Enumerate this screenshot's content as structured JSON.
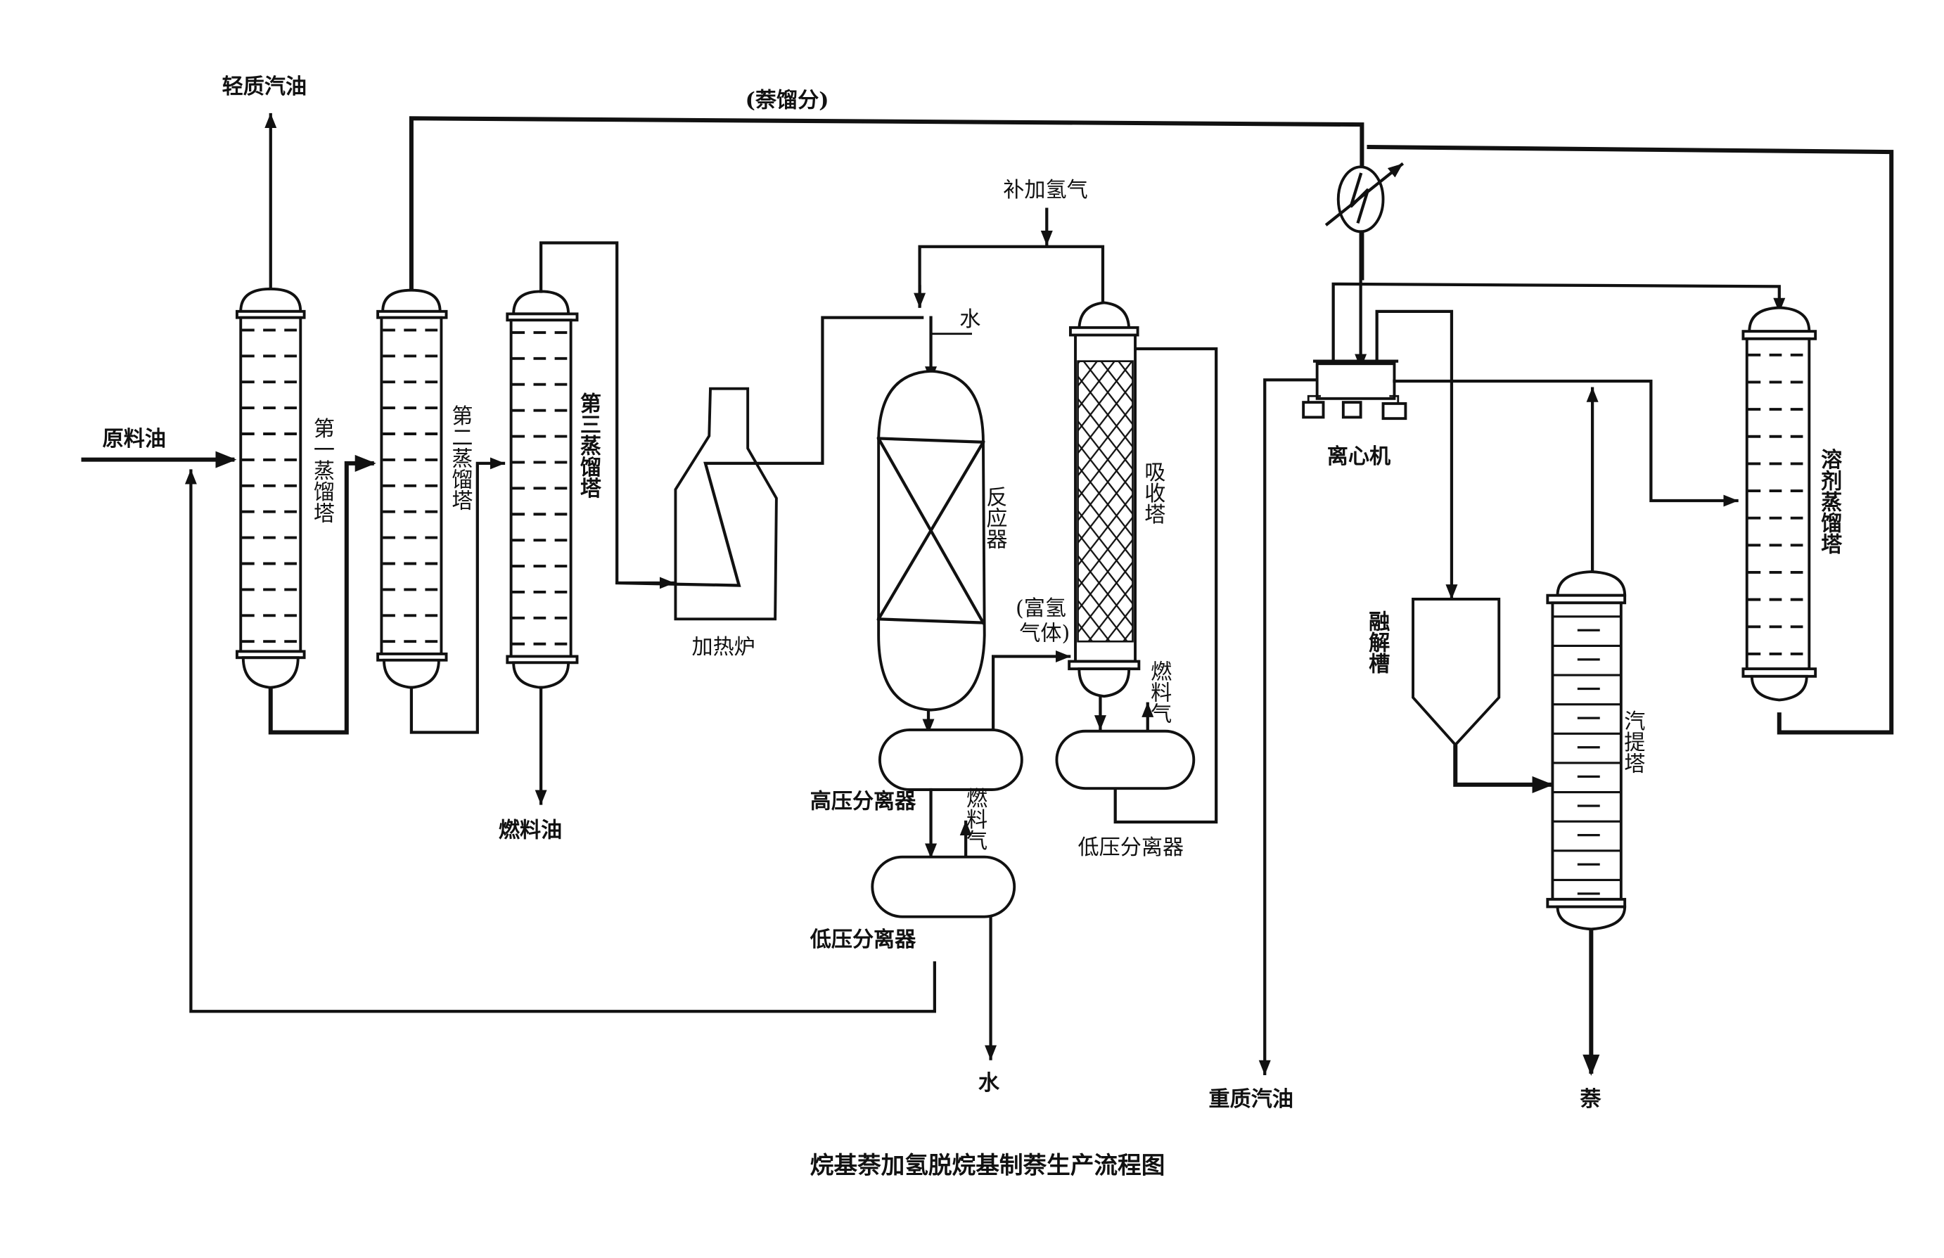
{
  "title": "烷基萘加氢脱烷基制萘生产流程图",
  "streams": {
    "feed_oil": "原料油",
    "light_gasoline": "轻质汽油",
    "naphthalene_fraction": "(萘馏分)",
    "makeup_hydrogen": "补加氢气",
    "water_in": "水",
    "fuel_oil": "燃料油",
    "hydrogen_rich_gas_line1": "(富氢",
    "hydrogen_rich_gas_line2": "气体)",
    "fuel_gas_1": "燃料气",
    "fuel_gas_2": "燃料气",
    "water_out": "水",
    "heavy_gasoline": "重质汽油",
    "naphthalene_product": "萘"
  },
  "equipment": {
    "column1": "第一蒸馏塔",
    "column2": "第二蒸馏塔",
    "column3": "第三蒸馏塔",
    "furnace": "加热炉",
    "reactor": "反应器",
    "absorber": "吸收塔",
    "hp_separator": "高压分离器",
    "lp_separator_1": "低压分离器",
    "lp_separator_2": "低压分离器",
    "centrifuge": "离心机",
    "melting_tank": "融解槽",
    "stripper": "汽提塔",
    "solvent_column": "溶剂蒸馏塔"
  },
  "colors": {
    "ink": "#111111",
    "paper": "#ffffff"
  }
}
